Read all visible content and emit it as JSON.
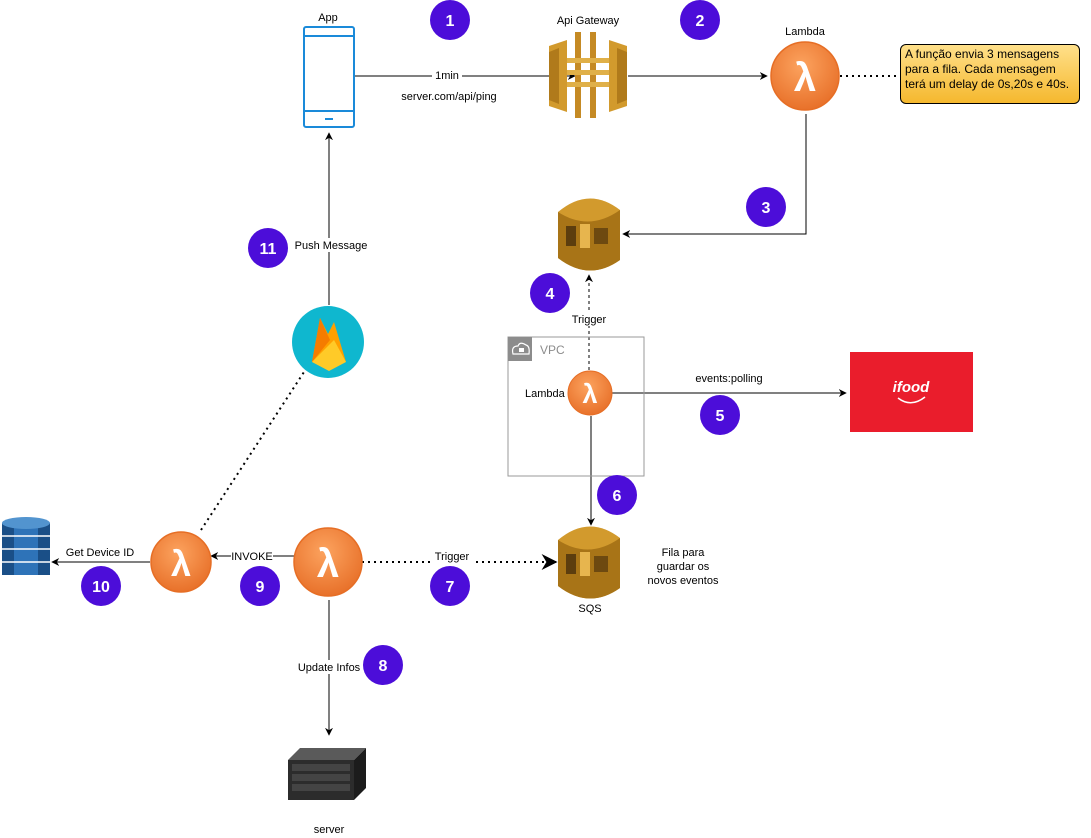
{
  "nodes": {
    "app": "App",
    "api_gateway": "Api Gateway",
    "lambda_top": "Lambda",
    "vpc": "VPC",
    "lambda_vpc": "Lambda",
    "sqs": "SQS",
    "sqs_desc": [
      "Fila para",
      "guardar os",
      "novos eventos"
    ],
    "server": "server",
    "ifood": "ifood"
  },
  "edges": {
    "interval": "1min",
    "endpoint": "server.com/api/ping",
    "trigger_top": "Trigger",
    "events_polling": "events:polling",
    "trigger_bottom": "Trigger",
    "invoke": "INVOKE",
    "update_infos": "Update Infos",
    "get_device_id": "Get Device ID",
    "push_message": "Push Message"
  },
  "note": "A função envia 3 mensagens para a fila. Cada mensagem terá um delay de 0s,20s e 40s.",
  "steps": [
    "1",
    "2",
    "3",
    "4",
    "5",
    "6",
    "7",
    "8",
    "9",
    "10",
    "11"
  ],
  "colors": {
    "step_badge": "#4c0dd9",
    "lambda_orange": "#f58534",
    "aws_gold": "#d29a2d",
    "ifood_red": "#ea1d2c",
    "firebase_bg": "#0fb7cf",
    "phone_blue": "#1a8ad9"
  }
}
